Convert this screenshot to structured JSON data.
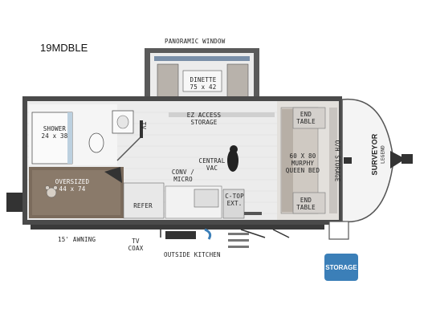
{
  "model": "19MDBLE",
  "labels": {
    "panoramic_window": "PANORAMIC WINDOW",
    "dinette": "DINETTE\n75 x 42",
    "ez_access": "EZ ACCESS\nSTORAGE",
    "tv_interior": "TV",
    "shower": "SHOWER\n24 x 38",
    "oversized": "OVERSIZED\n44 x 74",
    "central_vac": "CENTRAL\nVAC",
    "conv_micro": "CONV /\nMICRO",
    "refer": "REFER",
    "ctop_ext": "C-TOP\nEXT.",
    "end_table_top": "END\nTABLE",
    "end_table_bottom": "END\nTABLE",
    "murphy_bed": "60 X 80\nMURPHY\nQUEEN BED",
    "oh_storage": "O/H STORAGE",
    "awning": "15' AWNING",
    "tv_coax": "TV\nCOAX",
    "outside_kitchen": "OUTSIDE KITCHEN",
    "brand": "SURVEYOR",
    "brand_sub": "LEGEND"
  },
  "storage_badge": "STORAGE",
  "colors": {
    "wall": "#4a4a4a",
    "floor": "#ececec",
    "carpet": "#7b6b5c",
    "cushion": "#cfc9c2",
    "badge": "#3b7fb8"
  }
}
